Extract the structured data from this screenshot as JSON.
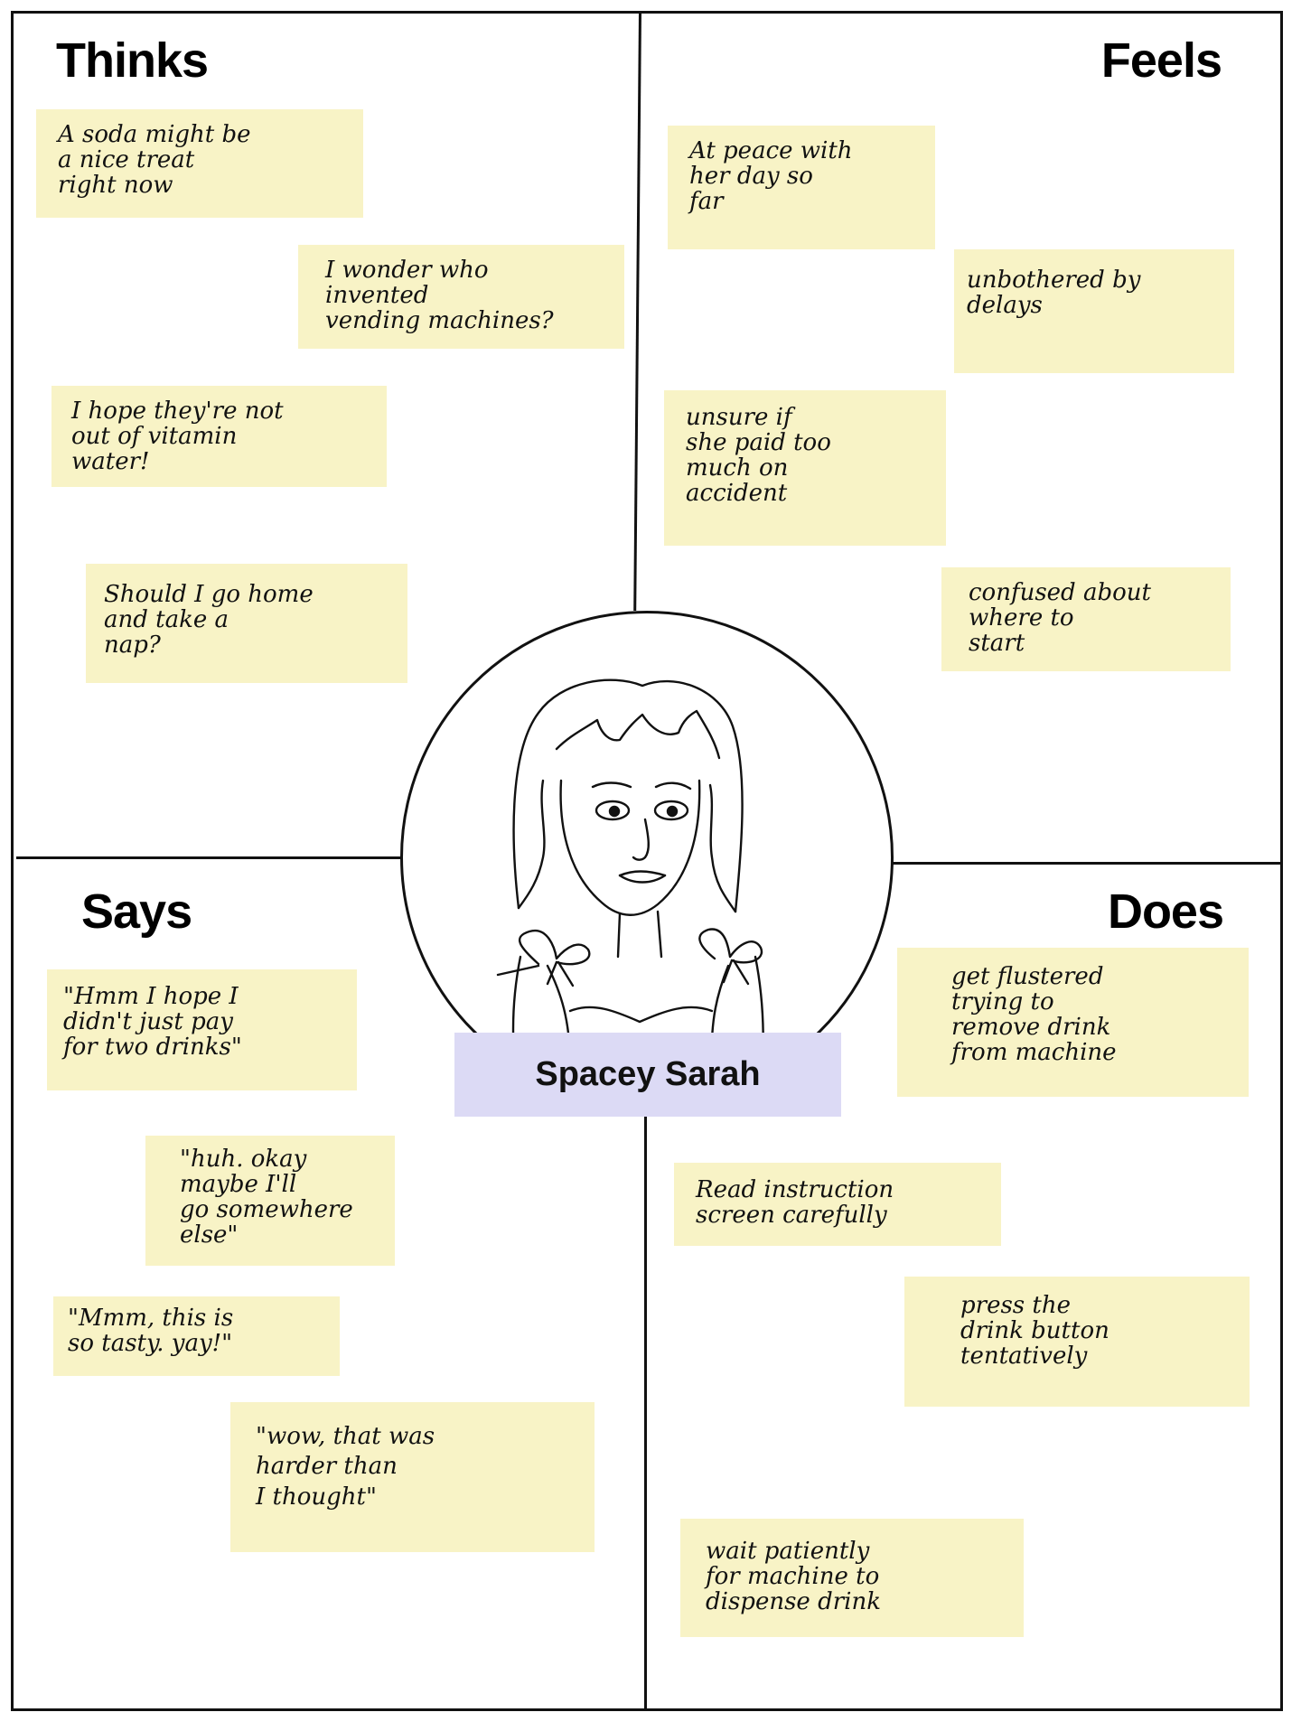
{
  "persona": {
    "name": "Spacey Sarah"
  },
  "quadrants": {
    "thinks": {
      "title": "Thinks",
      "notes": [
        "A soda might be\na nice treat\nright now",
        "I wonder who\ninvented\nvending machines?",
        "I hope they're not\nout of vitamin\nwater!",
        "Should I go home\nand take a\nnap?"
      ]
    },
    "feels": {
      "title": "Feels",
      "notes": [
        "At peace with\nher day so\nfar",
        "unbothered by\ndelays",
        "unsure if\nshe paid too\nmuch on\naccident",
        "confused about\nwhere to\nstart"
      ]
    },
    "says": {
      "title": "Says",
      "notes": [
        "\"Hmm I hope I\ndidn't just pay\nfor two drinks\"",
        "\"huh. okay\nmaybe I'll\ngo somewhere\nelse\"",
        "\"Mmm, this is\nso tasty. yay!\"",
        "\"wow, that was\nharder than\nI thought\""
      ]
    },
    "does": {
      "title": "Does",
      "notes": [
        "get flustered\ntrying to\nremove drink\nfrom machine",
        "Read instruction\nscreen carefully",
        "press the\ndrink button\ntentatively",
        "wait patiently\nfor machine to\ndispense drink"
      ]
    }
  },
  "colors": {
    "sticky_note": "#f8f3c6",
    "name_label": "#dcdaf5",
    "lines": "#111111"
  }
}
